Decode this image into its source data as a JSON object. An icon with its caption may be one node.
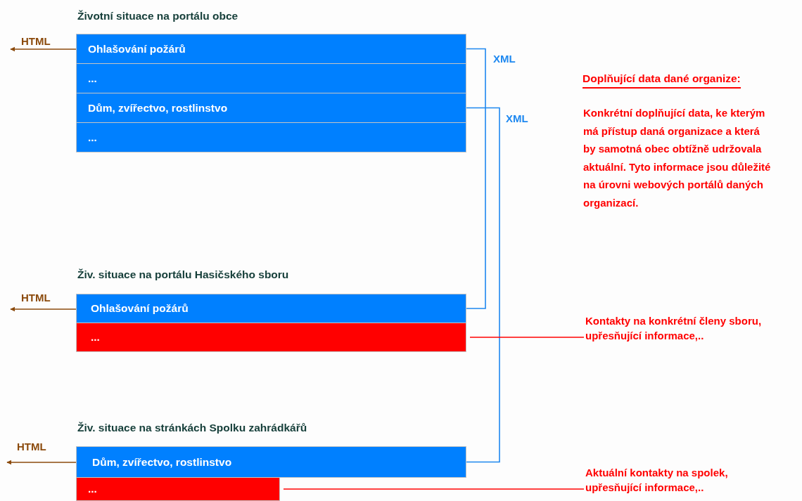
{
  "diagram": {
    "nodes": [
      {
        "text": [
          "Životní situace na portálu obce"
        ]
      },
      {
        "text": [
          "Ohlašování požárů"
        ],
        "in": 0
      },
      {
        "text": [
          "..."
        ],
        "in": 0
      },
      {
        "text": [
          "Dům, zvířectvo, rostlinstvo"
        ],
        "in": 0
      },
      {
        "text": [
          "..."
        ],
        "in": 0
      },
      {
        "text": [
          "Živ. situace na portálu Hasičského sboru"
        ]
      },
      {
        "text": [
          "Ohlašování požárů"
        ],
        "in": 5
      },
      {
        "text": [
          "..."
        ],
        "in": 5
      },
      {
        "text": [
          "Živ. situace na stránkách Spolku zahrádkářů"
        ]
      },
      {
        "text": [
          "Dům, zvířectvo, rostlinstvo"
        ],
        "in": 8
      },
      {
        "text": [
          "..."
        ],
        "in": 8
      },
      {
        "text": [
          "Kontakty na konkrétní členy sboru, upřesňující informace,.."
        ]
      },
      {
        "text": [
          "Aktuální kontakty na spolek, upřesňující informace,.."
        ]
      }
    ],
    "edges": [
      {
        "from": 0,
        "to": null,
        "arrow": "to",
        "label": "HTML",
        "color": "#8b4a0c"
      },
      {
        "from": 5,
        "to": null,
        "arrow": "to",
        "label": "HTML",
        "color": "#8b4a0c"
      },
      {
        "from": 8,
        "to": null,
        "arrow": "to",
        "label": "HTML",
        "color": "#8b4a0c"
      },
      {
        "from": 1,
        "to": 6,
        "arrow": "none",
        "label": "XML",
        "color": "#1e88f0"
      },
      {
        "from": 3,
        "to": 9,
        "arrow": "none",
        "label": "XML",
        "color": "#1e88f0"
      },
      {
        "from": 7,
        "to": 11,
        "arrow": "none",
        "color": "#ff0000"
      },
      {
        "from": 10,
        "to": 12,
        "arrow": "none",
        "color": "#ff0000"
      }
    ],
    "labels": [
      "Doplňující data dané organize:",
      "Konkrétní doplňující data, ke kterým má přístup daná organizace a která by samotná obec obtížně udržovala aktuální. Tyto informace jsou důležité na úrovni webových portálů daných organizací."
    ]
  }
}
